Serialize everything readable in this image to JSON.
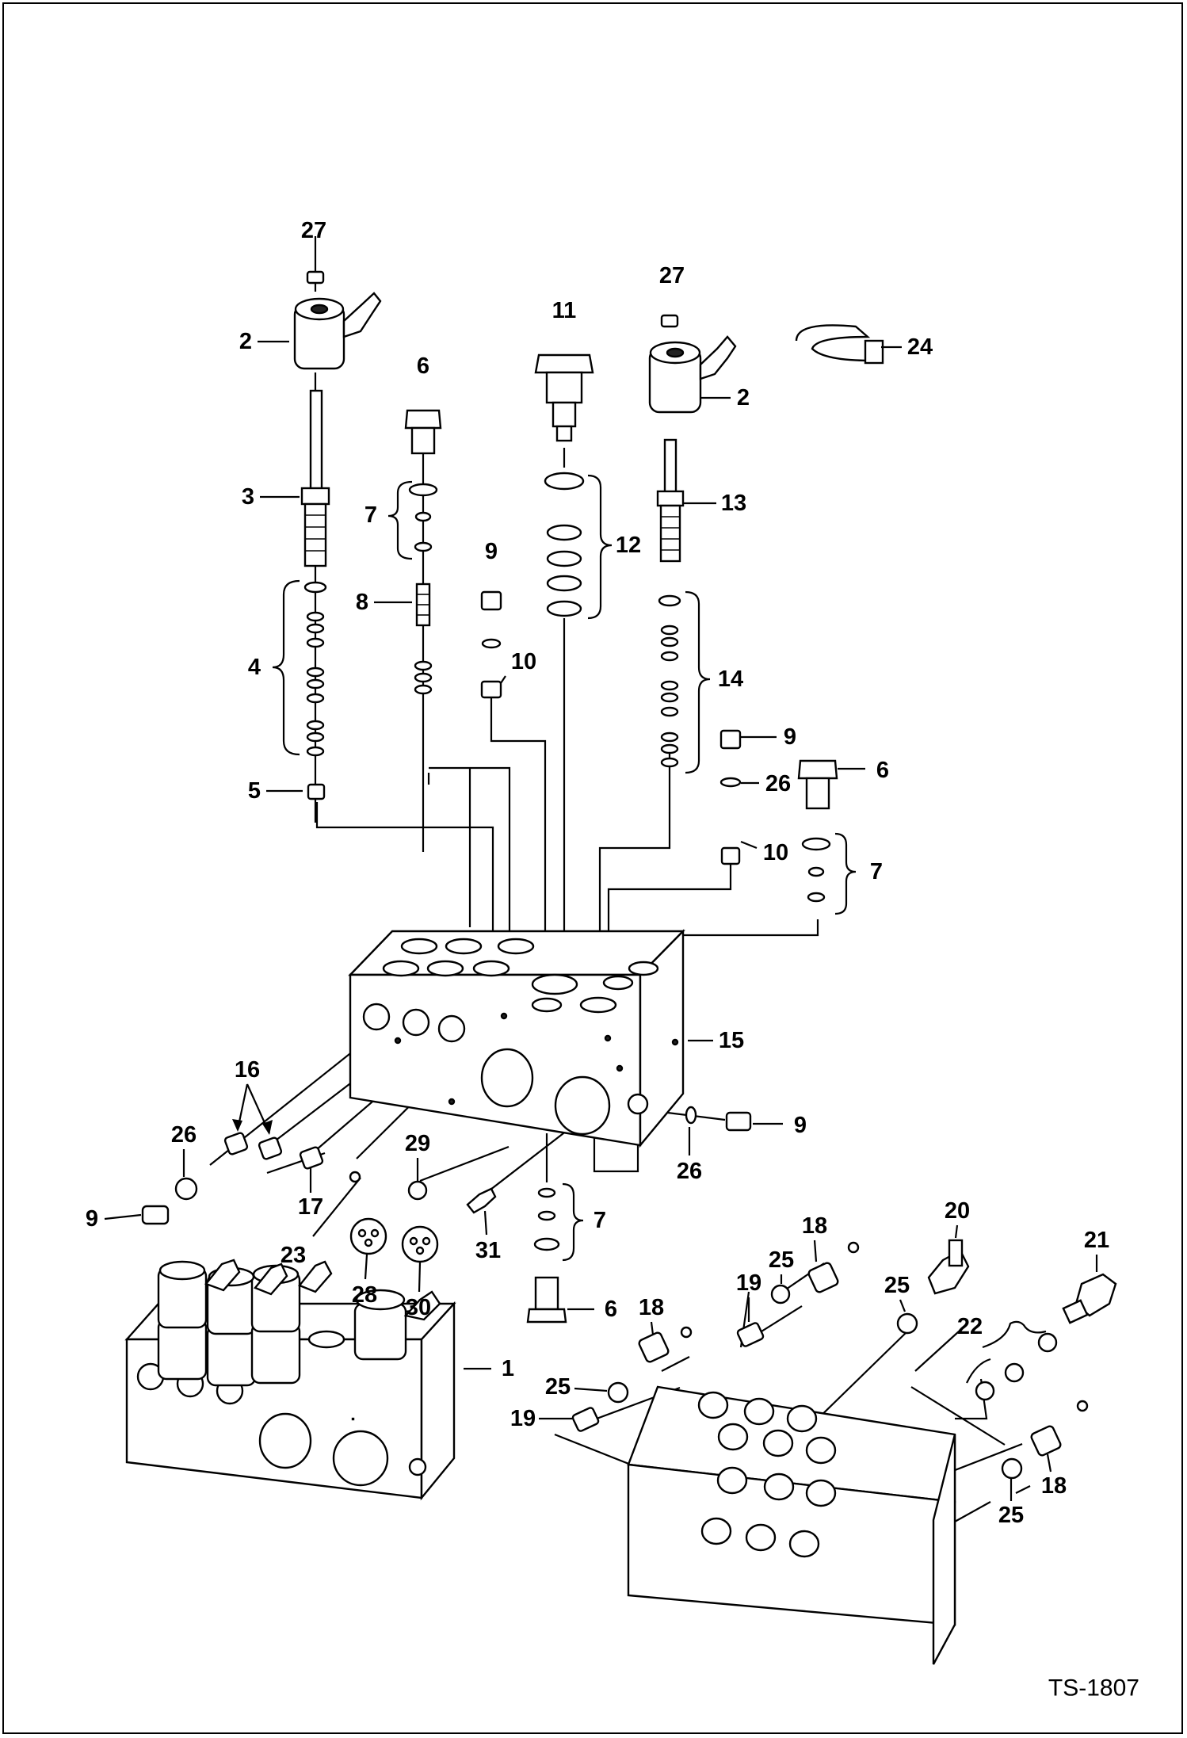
{
  "drawing_ref": "TS-1807",
  "callouts": {
    "c27a": "27",
    "c2a": "2",
    "c3": "3",
    "c4": "4",
    "c5": "5",
    "c6a": "6",
    "c7a": "7",
    "c8": "8",
    "c9a": "9",
    "c10a": "10",
    "c11": "11",
    "c12": "12",
    "c27b": "27",
    "c2b": "2",
    "c13": "13",
    "c14": "14",
    "c24": "24",
    "c9b": "9",
    "c26a": "26",
    "c6b": "6",
    "c10b": "10",
    "c7b": "7",
    "c15": "15",
    "c16": "16",
    "c26b": "26",
    "c9c": "9",
    "c17": "17",
    "c23": "23",
    "c29": "29",
    "c31": "31",
    "c28": "28",
    "c30": "30",
    "c7c": "7",
    "c6c": "6",
    "c9d": "9",
    "c26c": "26",
    "c1": "1",
    "c18a": "18",
    "c25a": "25",
    "c19a": "19",
    "c20": "20",
    "c25b": "25",
    "c21": "21",
    "c18b": "18",
    "c25c": "25",
    "c19b": "19",
    "c22": "22",
    "c18c": "18",
    "c25d": "25"
  }
}
